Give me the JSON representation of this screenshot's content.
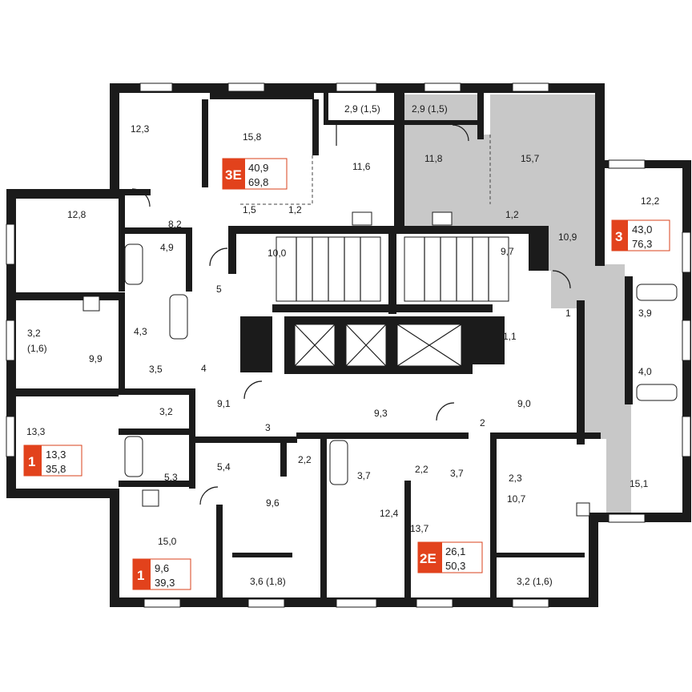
{
  "labels": {
    "r1": "12,3",
    "r2": "15,8",
    "r3": "2,9 (1,5)",
    "r4": "2,9 (1,5)",
    "r5": "11,8",
    "r6": "15,7",
    "r7": "11,6",
    "r8": "12,2",
    "r9": "12,8",
    "r10": "8,2",
    "r11": "1,5",
    "r12": "1,2",
    "r13": "1,2",
    "r14": "10,9",
    "r15": "4,9",
    "r16": "10,0",
    "r17": "9,7",
    "r18": "5",
    "r19": "1",
    "r20": "3,9",
    "r21": "3,2",
    "r22": "(1,6)",
    "r23": "4,3",
    "r24": "1,1",
    "r25": "9,9",
    "r26": "3,5",
    "r27": "4",
    "r28": "4,0",
    "r29": "9,1",
    "r30": "9,3",
    "r31": "9,0",
    "r32": "13,3",
    "r33": "3,2",
    "r34": "3",
    "r35": "2",
    "r36": "5,3",
    "r37": "5,4",
    "r38": "2,2",
    "r39": "3,7",
    "r40": "2,2",
    "r41": "3,7",
    "r42": "2,3",
    "r43": "9,6",
    "r44": "12,4",
    "r45": "10,7",
    "r46": "15,1",
    "r47": "15,0",
    "r48": "13,7",
    "r49": "3,6 (1,8)",
    "r50": "3,2 (1,6)"
  },
  "badges": [
    {
      "code": "3E",
      "living": "40,9",
      "total": "69,8"
    },
    {
      "code": "3",
      "living": "43,0",
      "total": "76,3"
    },
    {
      "code": "1",
      "living": "13,3",
      "total": "35,8"
    },
    {
      "code": "1",
      "living": "9,6",
      "total": "39,3"
    },
    {
      "code": "2E",
      "living": "26,1",
      "total": "50,3"
    }
  ],
  "colors": {
    "walls": "#1b1b1b",
    "highlight_apartment": "#c8c8c8",
    "badge_accent": "#e2421c"
  }
}
